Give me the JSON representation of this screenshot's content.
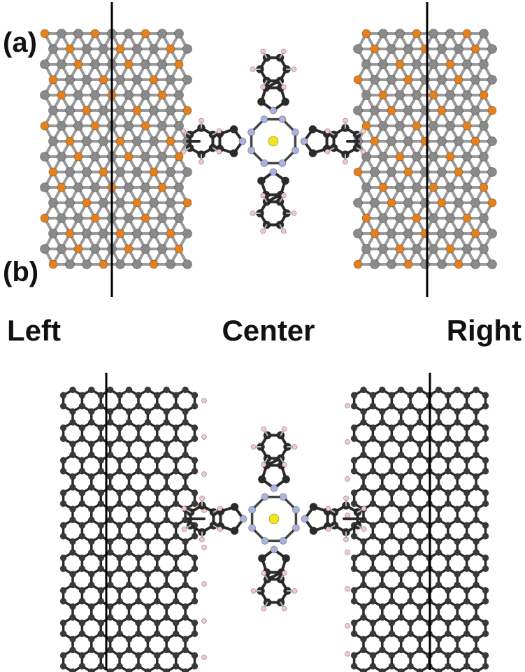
{
  "panels": [
    {
      "label": "(a)",
      "electrode_material": "metal-sulfide slab (orange/gray atoms)"
    },
    {
      "label": "(b)",
      "electrode_material": "hydrogen-terminated graphene ribbon"
    }
  ],
  "regions": {
    "left": "Left",
    "center": "Center",
    "right": "Right"
  },
  "colors": {
    "carbon": "#2b2b2b",
    "metal": "#8a8a8a",
    "sulfur": "#e5811c",
    "nitrogen": "#a9b3dd",
    "hydrogen": "#f2c9c9",
    "center_metal": "#f2e51c",
    "divider": "#000000"
  }
}
